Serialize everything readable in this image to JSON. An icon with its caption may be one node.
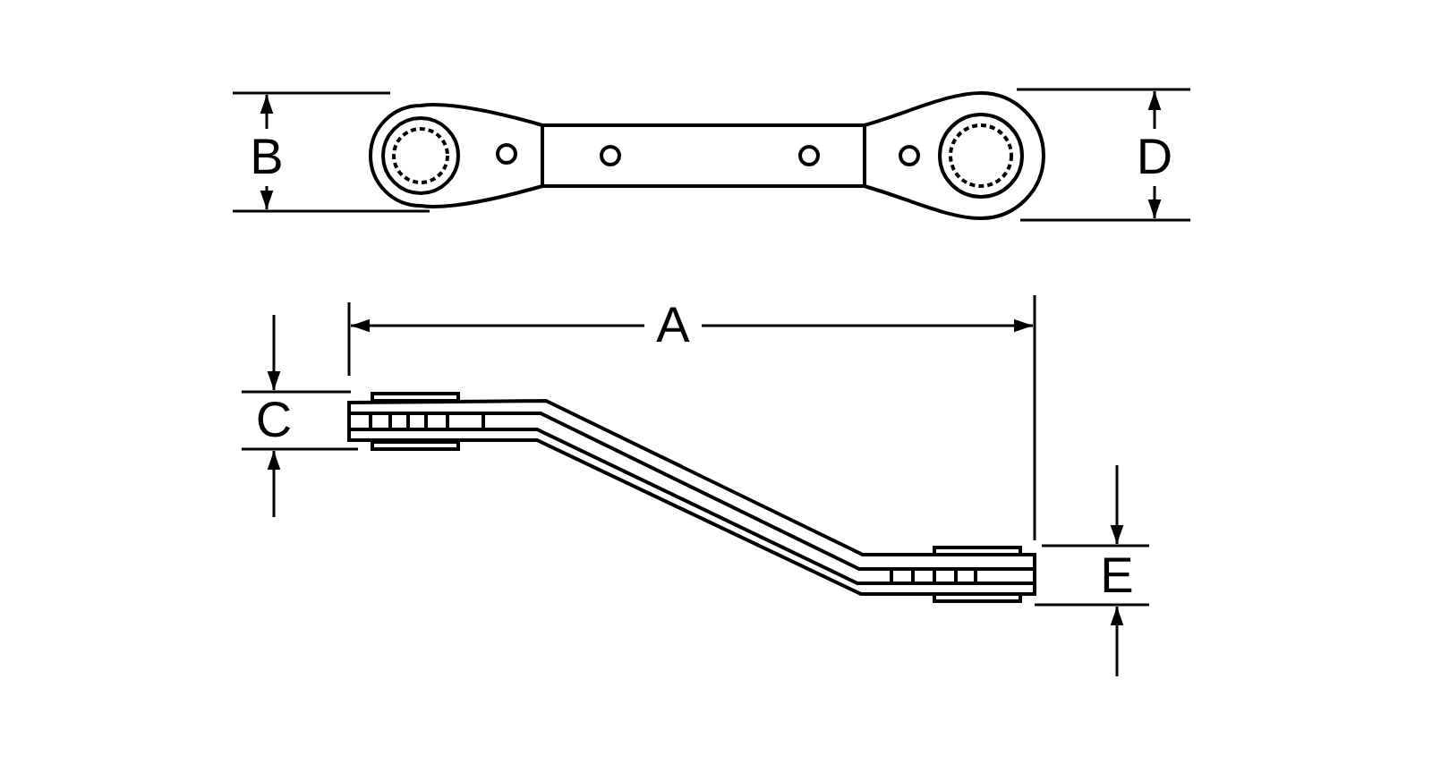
{
  "diagram": {
    "labels": [
      "B",
      "D",
      "A",
      "C",
      "E"
    ]
  }
}
